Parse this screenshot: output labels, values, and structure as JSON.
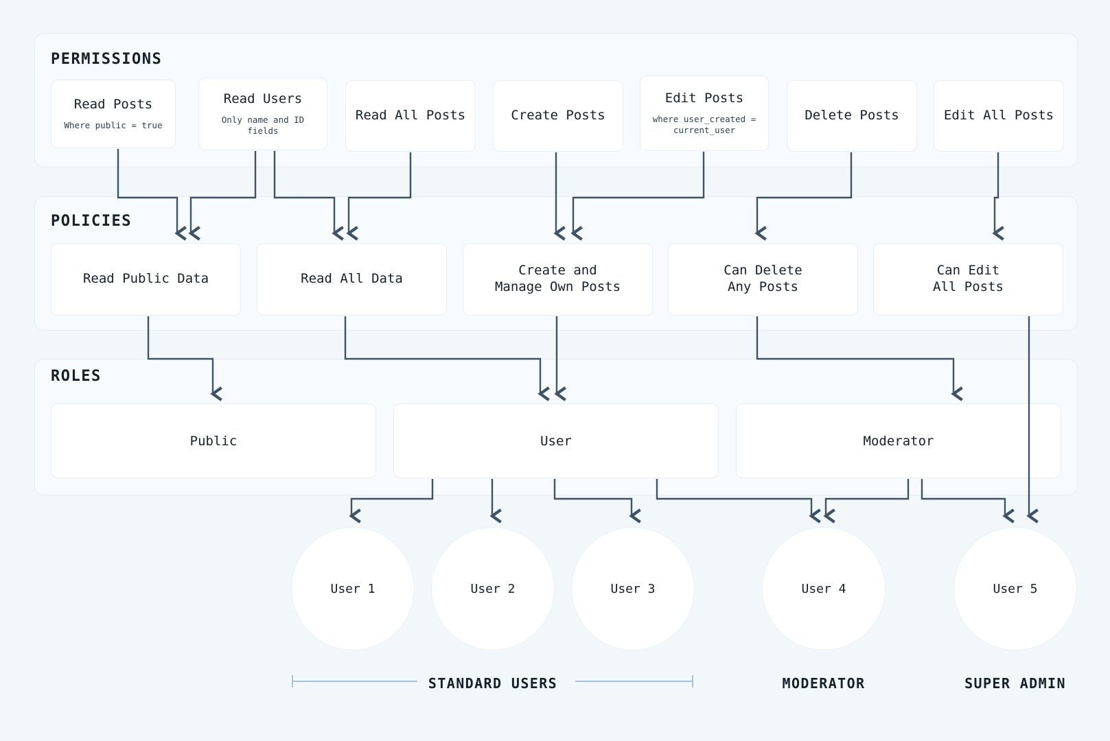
{
  "sections": {
    "permissions": {
      "title": "PERMISSIONS"
    },
    "policies": {
      "title": "POLICIES"
    },
    "roles": {
      "title": "ROLES"
    }
  },
  "permissions": [
    {
      "title": "Read Posts",
      "subtitle": "Where public = true"
    },
    {
      "title": "Read Users",
      "subtitle": "Only name and ID fields"
    },
    {
      "title": "Read All Posts",
      "subtitle": ""
    },
    {
      "title": "Create Posts",
      "subtitle": ""
    },
    {
      "title": "Edit Posts",
      "subtitle": "where user_created =\ncurrent_user"
    },
    {
      "title": "Delete Posts",
      "subtitle": ""
    },
    {
      "title": "Edit All Posts",
      "subtitle": ""
    }
  ],
  "policies": [
    {
      "title": "Read Public Data"
    },
    {
      "title": "Read All Data"
    },
    {
      "title": "Create and\nManage Own Posts"
    },
    {
      "title": "Can Delete\nAny Posts"
    },
    {
      "title": "Can Edit\nAll Posts"
    }
  ],
  "roles": [
    {
      "title": "Public"
    },
    {
      "title": "User"
    },
    {
      "title": "Moderator"
    }
  ],
  "users": [
    {
      "label": "User 1"
    },
    {
      "label": "User 2"
    },
    {
      "label": "User 3"
    },
    {
      "label": "User 4"
    },
    {
      "label": "User 5"
    }
  ],
  "group_labels": [
    {
      "text": "STANDARD USERS"
    },
    {
      "text": "MODERATOR"
    },
    {
      "text": "SUPER ADMIN"
    }
  ],
  "colors": {
    "background": "#f2f7fa",
    "panel_bg": "#f8fbfd",
    "panel_border": "#e4ecf2",
    "card_bg": "#ffffff",
    "card_border": "#e7eef4",
    "connector": "#3e5366",
    "bracket": "#a9c0d8",
    "text": "#15202b"
  }
}
